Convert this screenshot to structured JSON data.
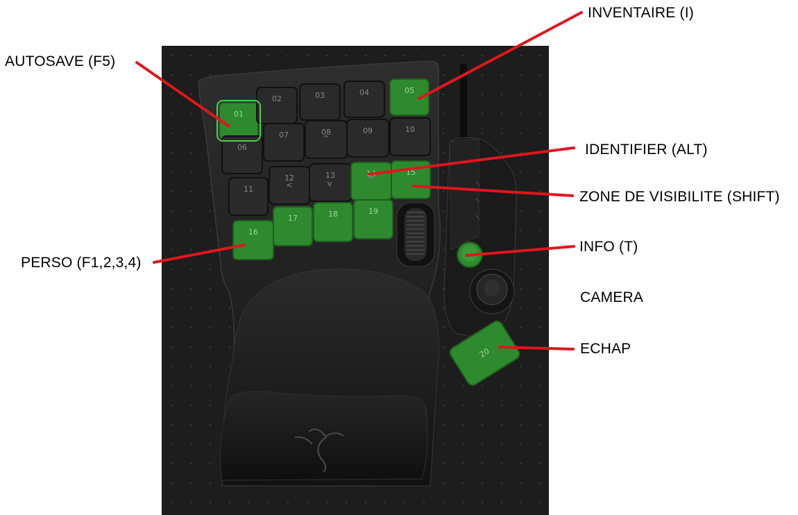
{
  "colors": {
    "background": "#ffffff",
    "panel": "#1d1d1d",
    "key_dark": "#2a2a2a",
    "key_green": "#2f8a2f",
    "arrow": "#e0161c"
  },
  "keys": [
    {
      "id": "01",
      "green": true
    },
    {
      "id": "02",
      "green": false
    },
    {
      "id": "03",
      "green": false
    },
    {
      "id": "04",
      "green": false
    },
    {
      "id": "05",
      "green": true
    },
    {
      "id": "06",
      "green": false
    },
    {
      "id": "07",
      "green": false
    },
    {
      "id": "08",
      "green": false
    },
    {
      "id": "09",
      "green": false
    },
    {
      "id": "10",
      "green": false
    },
    {
      "id": "11",
      "green": false
    },
    {
      "id": "12",
      "green": false
    },
    {
      "id": "13",
      "green": false
    },
    {
      "id": "14",
      "green": true
    },
    {
      "id": "15",
      "green": true
    },
    {
      "id": "16",
      "green": true
    },
    {
      "id": "17",
      "green": true
    },
    {
      "id": "18",
      "green": true
    },
    {
      "id": "19",
      "green": true
    },
    {
      "id": "20",
      "green": true
    }
  ],
  "annotations": {
    "autosave": "AUTOSAVE  (F5)",
    "inventaire": "INVENTAIRE  (I)",
    "identifier": "IDENTIFIER (ALT)",
    "zone": "ZONE DE VISIBILITE (SHIFT)",
    "info": "INFO  (T)",
    "camera": "CAMERA",
    "echap": "ECHAP",
    "perso": "PERSO  (F1,2,3,4)"
  },
  "logo": "razer-snake-logo"
}
